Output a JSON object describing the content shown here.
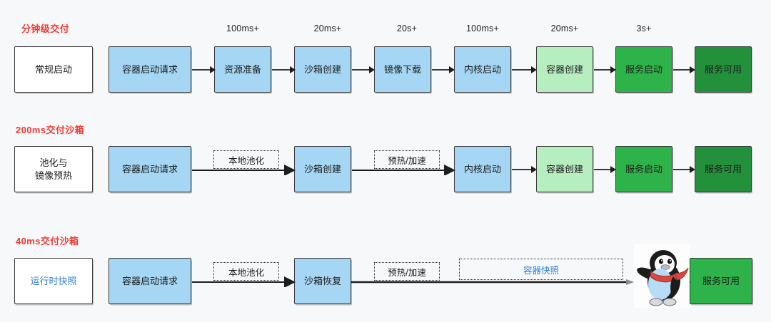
{
  "diagram": {
    "title_hidden": "",
    "background": "#f7f8f9",
    "accent_red": "#ef3b34",
    "accent_blue": "#2f7fd1",
    "colors": {
      "blue_box": "#a5d7f5",
      "light_green_box": "#b7eec0",
      "green_box": "#2eb34a",
      "dark_green_box": "#23913c",
      "white_box": "#ffffff",
      "stroke": "#3b3b3b"
    },
    "rows": [
      {
        "label": "分钟级交付",
        "header": "常规启动",
        "timings": [
          "100ms+",
          "20ms+",
          "20s+",
          "100ms+",
          "20ms+",
          "3s+"
        ],
        "steps": [
          "容器启动请求",
          "资源准备",
          "沙箱创建",
          "镜像下载",
          "内核启动",
          "容器创建",
          "服务启动",
          "服务可用"
        ]
      },
      {
        "label": "200ms交付沙箱",
        "header_line1": "池化与",
        "header_line2": "镜像预热",
        "chips": [
          "本地池化",
          "预热/加速"
        ],
        "steps": [
          "容器启动请求",
          "沙箱创建",
          "内核启动",
          "容器创建",
          "服务启动",
          "服务可用"
        ]
      },
      {
        "label": "40ms交付沙箱",
        "header": "运行时快照",
        "chips": [
          "本地池化",
          "预热/加速",
          "容器快照"
        ],
        "steps": [
          "容器启动请求",
          "沙箱恢复",
          "服务可用"
        ],
        "mascot": "penguin-tux-illustration"
      }
    ]
  }
}
